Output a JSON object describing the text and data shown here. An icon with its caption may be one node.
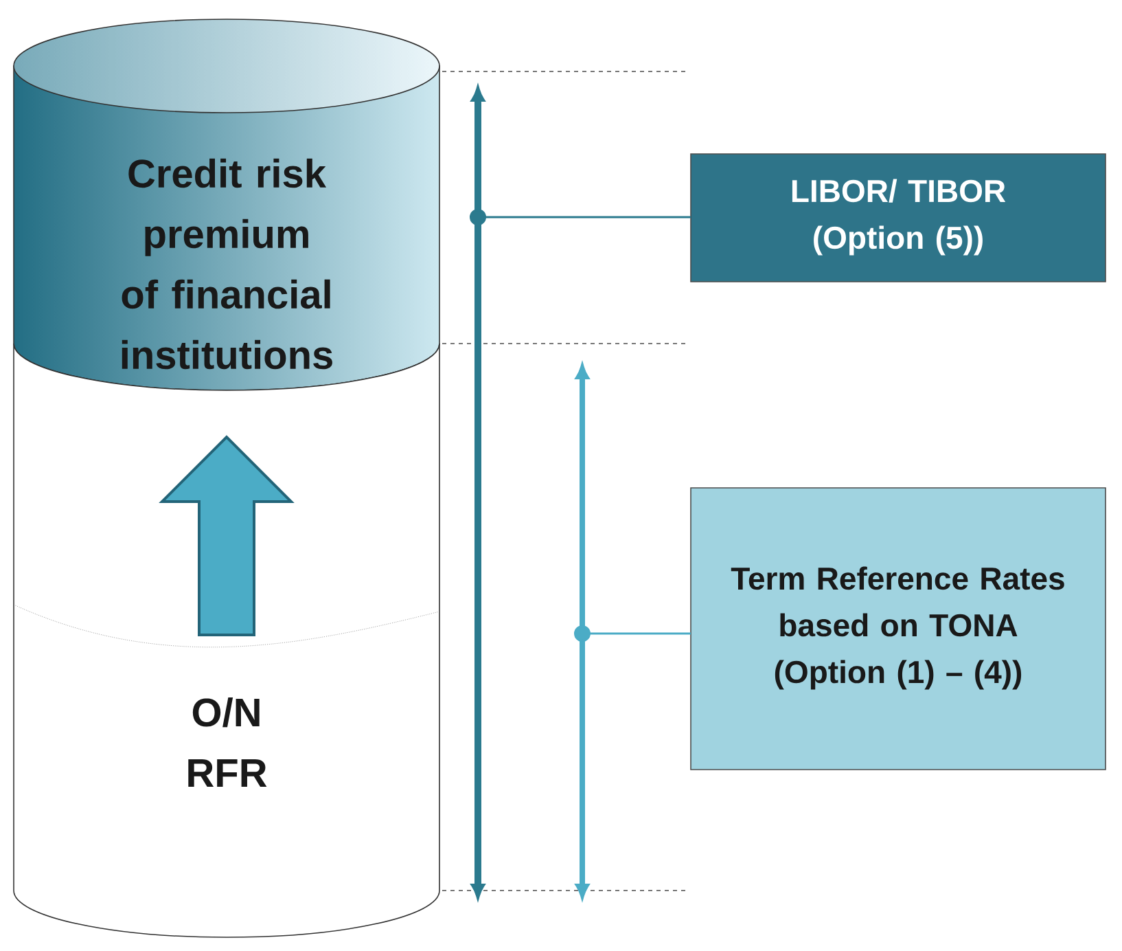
{
  "diagram": {
    "nodes": [
      {
        "text": [
          "Credit risk premium of financial institutions"
        ]
      },
      {
        "text": [
          "O/N RFR"
        ]
      },
      {
        "text": [
          "LIBOR/ TIBOR (Option (5))"
        ]
      },
      {
        "text": [
          "Term Reference Rates based on TONA (Option (1) – (4))"
        ]
      }
    ],
    "edges": [
      {
        "from": 2,
        "to": null,
        "arrow": "other",
        "color": "#2b7a8e"
      },
      {
        "from": 3,
        "to": null,
        "arrow": "other",
        "color": "#4bacc6"
      }
    ]
  }
}
